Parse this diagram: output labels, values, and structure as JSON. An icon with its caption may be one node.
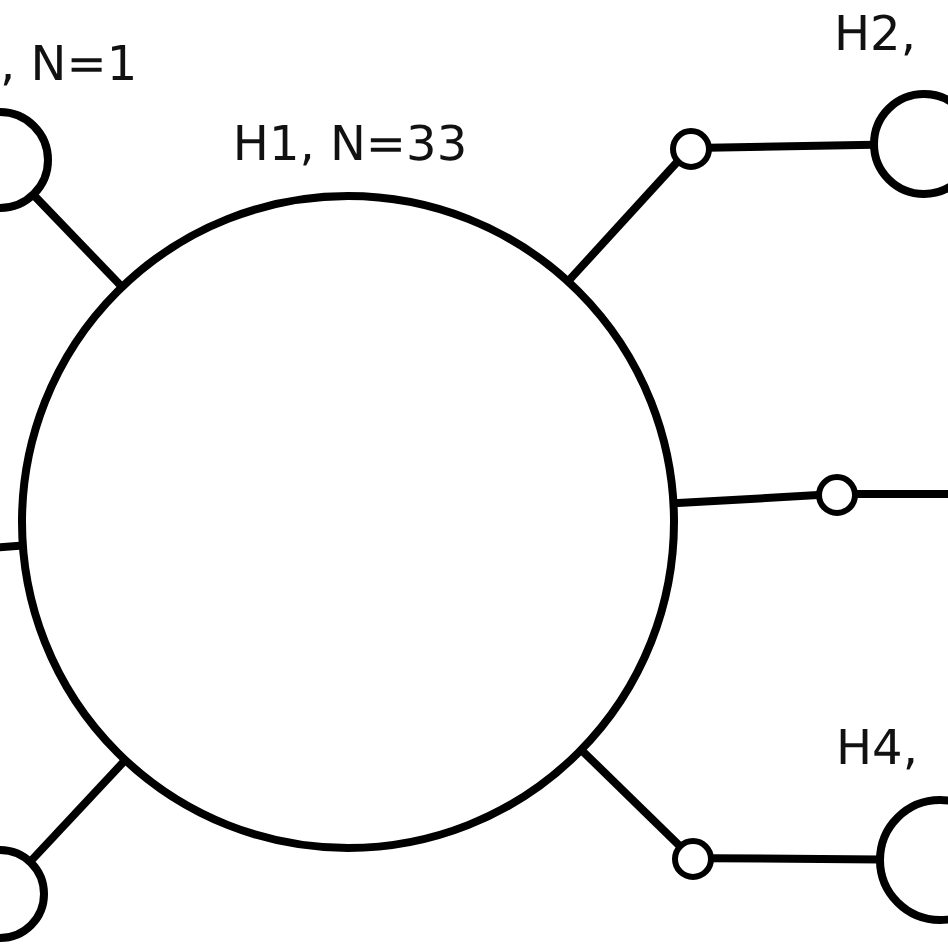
{
  "diagram": {
    "nodes": [
      {
        "text": [
          "H1, N=33"
        ]
      },
      {
        "text": [
          ", N=1"
        ]
      },
      {
        "text": [],
        "shape": "circle"
      },
      {
        "text": [
          "H2,"
        ]
      },
      {
        "text": [],
        "shape": "circle"
      },
      {
        "text": [],
        "shape": "circle"
      },
      {
        "text": [],
        "shape": "circle"
      },
      {
        "text": [
          "H4,"
        ]
      }
    ],
    "edges": [
      {
        "from": 1,
        "to": 0,
        "arrow": "none"
      },
      {
        "from": 0,
        "to": 2,
        "arrow": "none"
      },
      {
        "from": 2,
        "to": 3,
        "arrow": "none"
      },
      {
        "from": 0,
        "to": 4,
        "arrow": "none"
      },
      {
        "from": 4,
        "to": null,
        "arrow": "none"
      },
      {
        "from": null,
        "to": 0,
        "arrow": "none"
      },
      {
        "from": 0,
        "to": 5,
        "arrow": "none"
      },
      {
        "from": 0,
        "to": 6,
        "arrow": "none"
      },
      {
        "from": 6,
        "to": 7,
        "arrow": "none"
      }
    ]
  }
}
